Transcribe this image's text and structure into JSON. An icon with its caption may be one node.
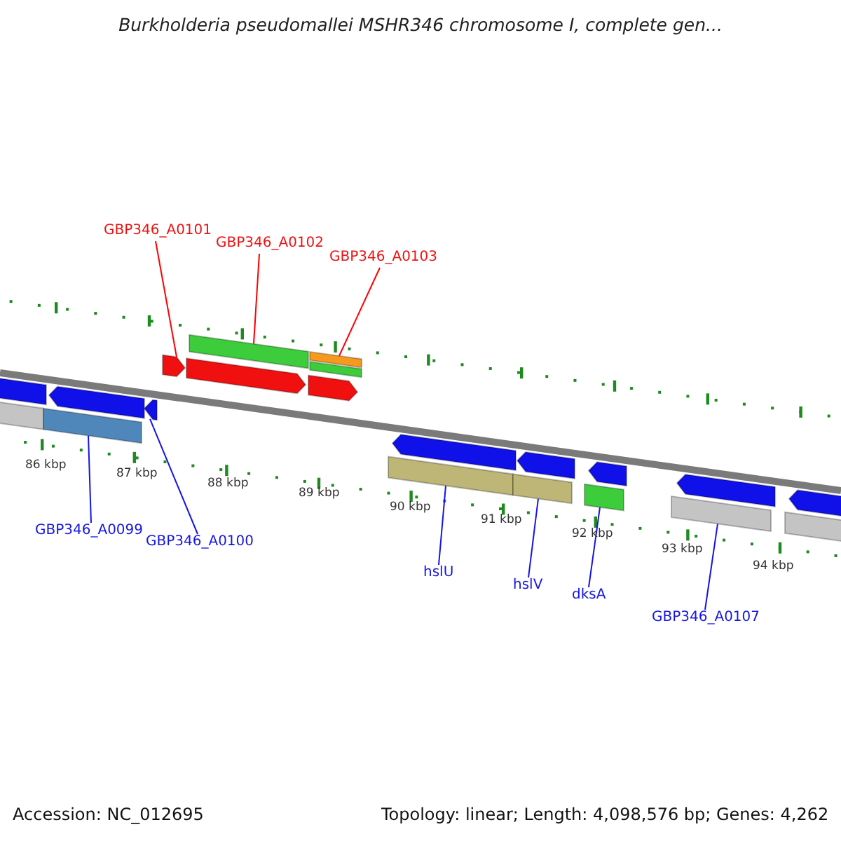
{
  "diagram": {
    "title": "Burkholderia pseudomallei MSHR346 chromosome I, complete gen...",
    "nodes": [
      {
        "text": [
          "GBP346_A0101"
        ]
      },
      {
        "text": [
          "GBP346_A0102"
        ]
      },
      {
        "text": [
          "GBP346_A0103"
        ]
      },
      {
        "text": [
          "GBP346_A0099"
        ]
      },
      {
        "text": [
          "GBP346_A0100"
        ]
      },
      {
        "text": [
          "hslU"
        ]
      },
      {
        "text": [
          "hslV"
        ]
      },
      {
        "text": [
          "dksA"
        ]
      },
      {
        "text": [
          "GBP346_A0107"
        ]
      },
      {
        "text": [],
        "shape": "bar"
      },
      {
        "text": [],
        "shape": "bar"
      },
      {
        "text": [],
        "shape": "bar"
      },
      {
        "text": [],
        "shape": "bar"
      },
      {
        "text": [],
        "shape": "bar"
      },
      {
        "text": [],
        "shape": "bar"
      },
      {
        "text": [],
        "shape": "bar"
      },
      {
        "text": [],
        "shape": "bar"
      },
      {
        "text": [],
        "shape": "bar"
      }
    ],
    "edges": [
      {
        "from": 0,
        "to": 11,
        "arrow": "none",
        "color": "#ff0000"
      },
      {
        "from": 1,
        "to": 12,
        "arrow": "none",
        "color": "#ff0000"
      },
      {
        "from": 2,
        "to": 13,
        "arrow": "none",
        "color": "#ff0000"
      },
      {
        "from": 3,
        "to": 9,
        "arrow": "none"
      },
      {
        "from": 4,
        "to": 10,
        "arrow": "none"
      },
      {
        "from": 5,
        "to": 14,
        "arrow": "none"
      },
      {
        "from": 6,
        "to": 15,
        "arrow": "none"
      },
      {
        "from": 7,
        "to": 16,
        "arrow": "none"
      },
      {
        "from": 8,
        "to": 17,
        "arrow": "none"
      }
    ],
    "labels": [
      "86 kbp",
      "87 kbp",
      "88 kbp",
      "89 kbp",
      "90 kbp",
      "91 kbp",
      "92 kbp",
      "93 kbp",
      "94 kbp",
      "Accession: NC_012695",
      "Topology: linear; Length: 4,098,576 bp; Genes: 4,262"
    ]
  }
}
